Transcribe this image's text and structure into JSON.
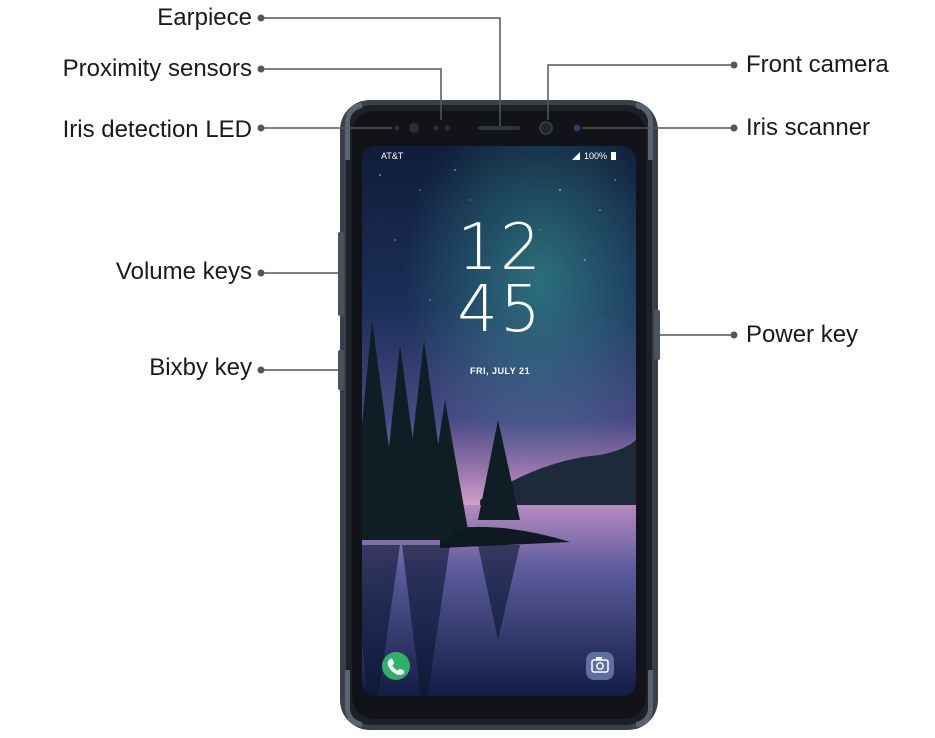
{
  "callouts": {
    "earpiece": "Earpiece",
    "proximity_sensors": "Proximity sensors",
    "iris_detection_led": "Iris detection LED",
    "volume_keys": "Volume keys",
    "bixby_key": "Bixby key",
    "front_camera": "Front camera",
    "iris_scanner": "Iris scanner",
    "power_key": "Power key"
  },
  "screen": {
    "carrier": "AT&T",
    "battery": "100%",
    "clock_hours": "12",
    "clock_minutes": "45",
    "date": "FRI, JULY 21"
  },
  "icons": {
    "phone": "phone-icon",
    "camera": "camera-icon"
  },
  "colors": {
    "phone_icon_bg": "#2fb06a",
    "camera_icon_bg": "#6a7bb0",
    "frame": "#2b3139",
    "callout_line": "#555555"
  }
}
